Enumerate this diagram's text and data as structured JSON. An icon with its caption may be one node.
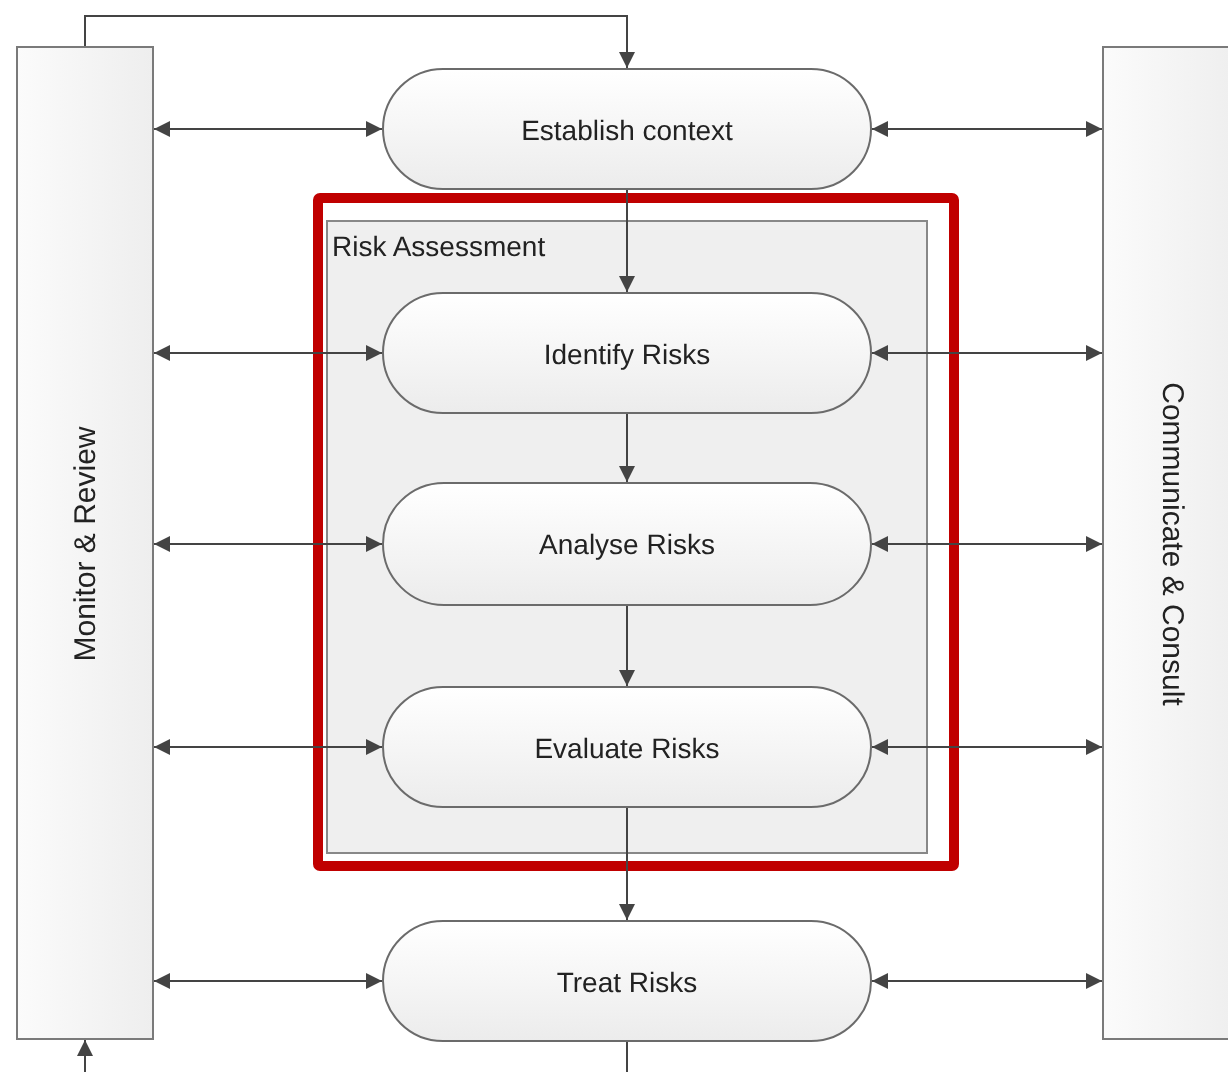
{
  "diagram": {
    "nodes": [
      {
        "text": [
          "Monitor & Review"
        ]
      },
      {
        "text": [
          "Communicate & Consult"
        ]
      },
      {
        "text": [
          "Establish context"
        ]
      },
      {
        "text": [
          "Risk Assessment"
        ]
      },
      {
        "text": [
          "Identify Risks"
        ],
        "in": 3
      },
      {
        "text": [
          "Analyse Risks"
        ],
        "in": 3
      },
      {
        "text": [
          "Evaluate Risks"
        ],
        "in": 3
      },
      {
        "text": [
          "Treat Risks"
        ]
      }
    ],
    "edges": [
      {
        "from": 0,
        "to": 2,
        "arrow": "to"
      },
      {
        "from": 2,
        "to": 4,
        "arrow": "to"
      },
      {
        "from": 4,
        "to": 5,
        "arrow": "to"
      },
      {
        "from": 5,
        "to": 6,
        "arrow": "to"
      },
      {
        "from": 6,
        "to": 7,
        "arrow": "to"
      },
      {
        "from": 7,
        "to": null,
        "arrow": "none"
      },
      {
        "from": null,
        "to": 0,
        "arrow": "to"
      },
      {
        "from": 0,
        "to": 2,
        "arrow": "both"
      },
      {
        "from": 0,
        "to": 4,
        "arrow": "both"
      },
      {
        "from": 0,
        "to": 5,
        "arrow": "both"
      },
      {
        "from": 0,
        "to": 6,
        "arrow": "both"
      },
      {
        "from": 0,
        "to": 7,
        "arrow": "both"
      },
      {
        "from": 2,
        "to": 1,
        "arrow": "both"
      },
      {
        "from": 4,
        "to": 1,
        "arrow": "both"
      },
      {
        "from": 5,
        "to": 1,
        "arrow": "both"
      },
      {
        "from": 6,
        "to": 1,
        "arrow": "both"
      },
      {
        "from": 7,
        "to": 1,
        "arrow": "both"
      }
    ]
  }
}
